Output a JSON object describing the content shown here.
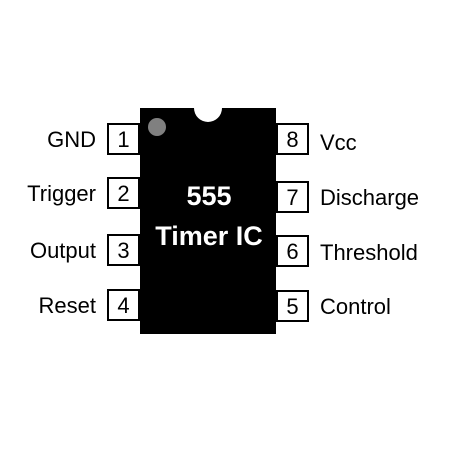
{
  "chip": {
    "line1": "555",
    "line2": "Timer IC",
    "body_color": "#000000",
    "text_color": "#ffffff",
    "marker_color": "#808080",
    "notch_color": "#ffffff"
  },
  "pins_left": [
    {
      "number": "1",
      "label": "GND"
    },
    {
      "number": "2",
      "label": "Trigger"
    },
    {
      "number": "3",
      "label": "Output"
    },
    {
      "number": "4",
      "label": "Reset"
    }
  ],
  "pins_right": [
    {
      "number": "8",
      "label": "Vcc"
    },
    {
      "number": "7",
      "label": "Discharge"
    },
    {
      "number": "6",
      "label": "Threshold"
    },
    {
      "number": "5",
      "label": "Control"
    }
  ]
}
